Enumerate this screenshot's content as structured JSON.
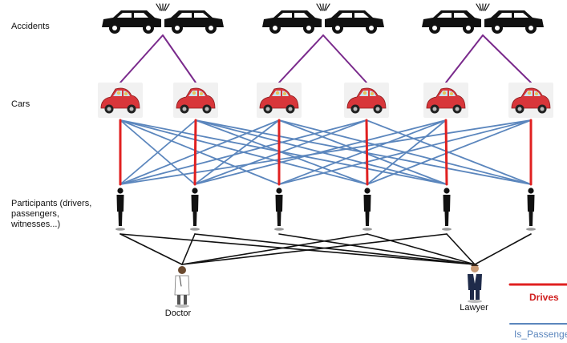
{
  "labels": {
    "accidents": "Accidents",
    "cars": "Cars",
    "participants": "Participants (drivers, passengers, witnesses...)",
    "doctor": "Doctor",
    "lawyer": "Lawyer"
  },
  "legend": {
    "drives": "Drives",
    "is_passenger": "Is_Passenge"
  },
  "colors": {
    "drives": "#e02020",
    "is_passenger": "#5b86bd",
    "accident_link": "#7a2a8c",
    "attend_link": "#111111",
    "car_body": "#d8363a"
  },
  "icons": {
    "accident": "car-collision-icon",
    "car": "red-car-icon",
    "participant": "person-silhouette-icon",
    "doctor": "doctor-icon",
    "lawyer": "lawyer-icon"
  }
}
